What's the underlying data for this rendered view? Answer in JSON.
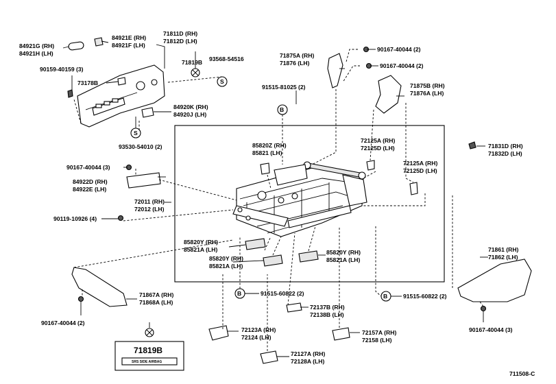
{
  "diagram_id": "711508-C",
  "labels": {
    "l84921G": "84921G (RH)",
    "l84921H": "84921H (LH)",
    "l84921E": "84921E (RH)",
    "l84921F": "84921F (LH)",
    "l71811D": "71811D (RH)",
    "l71812D": "71812D (LH)",
    "l71819B_top": "71819B",
    "l93568": "93568-54516",
    "l90159": "90159-40159 (3)",
    "l73178B": "73178B",
    "l84920K": "84920K (RH)",
    "l84920J": "84920J (LH)",
    "l93530": "93530-54010 (2)",
    "l71875A": "71875A (RH)",
    "l71876": "71876   (LH)",
    "l90167_a": "90167-40044 (2)",
    "l90167_b": "90167-40044 (2)",
    "l71875B": "71875B (RH)",
    "l71876A": "71876A (LH)",
    "l91515_top": "91515-81025 (2)",
    "l85820Z": "85820Z (RH)",
    "l85821": "85821   (LH)",
    "l72125A_a": "72125A (RH)",
    "l72125D_a": "72125D (LH)",
    "l72125A_b": "72125A (RH)",
    "l72125D_b": "72125D (LH)",
    "l71831D": "71831D (RH)",
    "l71832D": "71832D (LH)",
    "l90167_c": "90167-40044 (3)",
    "l84922D": "84922D (RH)",
    "l84922E": "84922E (LH)",
    "l72011": "72011 (RH)",
    "l72012": "72012 (LH)",
    "l90119": "90119-10926 (4)",
    "l85820Y_a": "85820Y (RH)",
    "l85821A_a": "85821A (LH)",
    "l85820Y_b": "85820Y (RH)",
    "l85821A_b": "85821A (LH)",
    "l85820Y_c": "85820Y (RH)",
    "l85821A_c": "85821A (LH)",
    "l71861": "71861 (RH)",
    "l71862": "71862 (LH)",
    "l71867A": "71867A (RH)",
    "l71868A": "71868A (LH)",
    "l91515_mid": "91515-60822 (2)",
    "l91515_right": "91515-60822 (2)",
    "l90167_d": "90167-40044 (2)",
    "l90167_e": "90167-40044 (3)",
    "l72137B": "72137B (RH)",
    "l72138B": "72138B (LH)",
    "l72123A": "72123A (RH)",
    "l72124": "72124   (LH)",
    "l72157A": "72157A (RH)",
    "l72158": "72158   (LH)",
    "l72127A": "72127A (RH)",
    "l72128A": "72128A (LH)",
    "l71819B_box": "71819B",
    "srs_label": "SRS SIDE AIRBAG",
    "circle_s": "S",
    "circle_b": "B"
  }
}
